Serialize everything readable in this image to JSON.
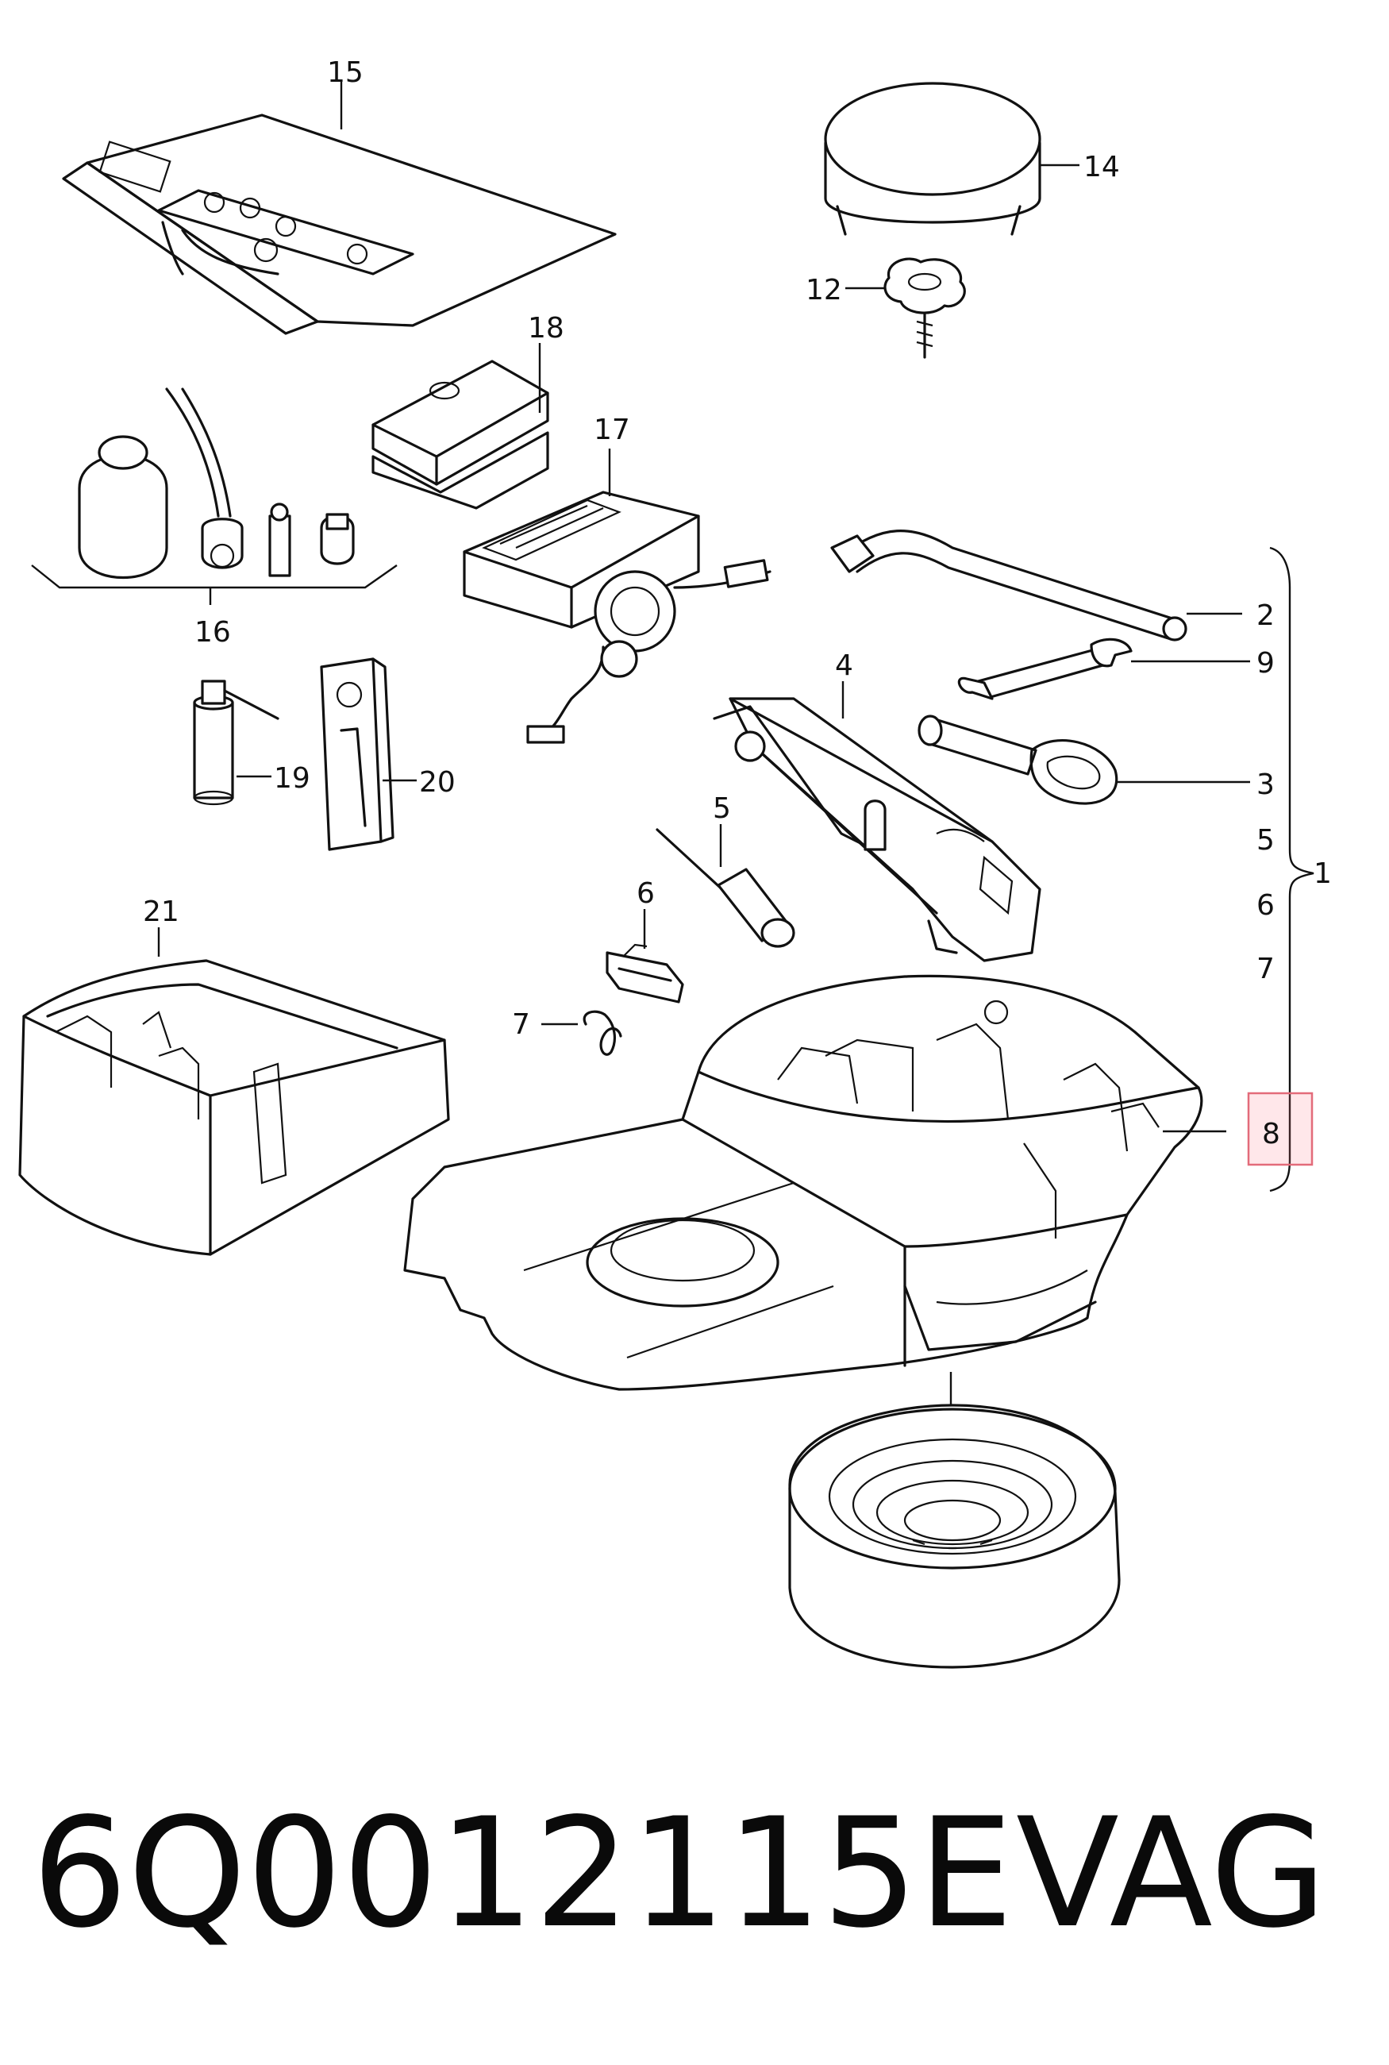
{
  "callouts": [
    "15",
    "14",
    "12",
    "18",
    "17",
    "16",
    "2",
    "9",
    "4",
    "3",
    "5",
    "19",
    "20",
    "6",
    "1",
    "21",
    "7",
    "8"
  ],
  "group_labels": [
    "5",
    "6",
    "7"
  ],
  "highlighted_callout": "8",
  "footer": {
    "part_number": "6Q0012115E",
    "brand": "VAG"
  },
  "colors": {
    "line": "#111111",
    "highlight": "#e36b7a"
  }
}
